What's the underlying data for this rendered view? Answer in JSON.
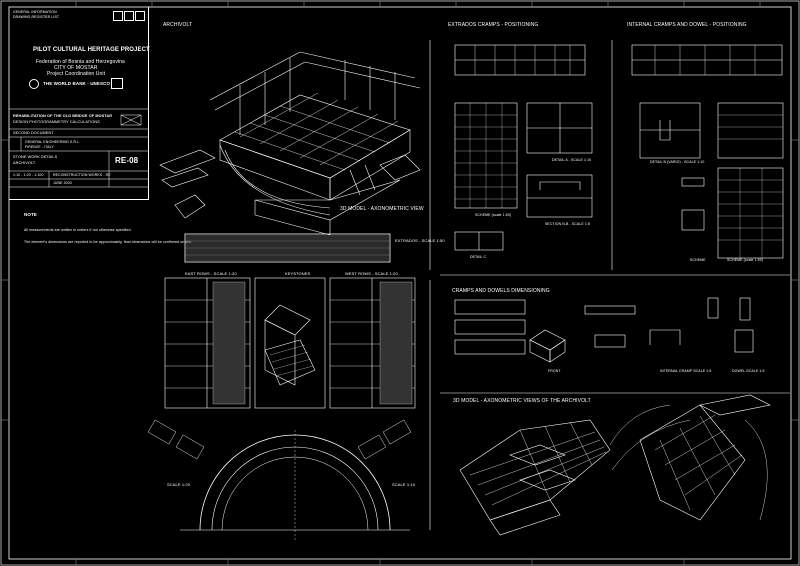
{
  "title_block": {
    "header_small_1": "GENERAL INFORMATION",
    "header_small_2": "DRAWING REGISTER LIST",
    "project": "PILOT CULTURAL HERITAGE PROJECT",
    "country": "Federation of Bosnia and Herzegovina",
    "city": "CITY OF MOSTAR",
    "unit": "Project Coordination Unit",
    "funders": "THE WORLD BANK - UNESCO",
    "rehab_line1": "REHABILITATION OF THE OLD BRIDGE OF MOSTAR",
    "rehab_line2": "DESIGN PHOTOGRAMMETRY CALCULATIONS",
    "doc_line": "SECOND DOCUMENT",
    "firm_1": "GENERAL ENGINEERING S.R.L.",
    "firm_2": "FIRENZE - ITALY",
    "drawing_line1": "STONE WORK DETAILS",
    "drawing_line2": "ARCHIVOLT",
    "sheet_code": "RE-08",
    "scale_row": "1:10 - 1:20 - 1:100",
    "phase_row": "RECONSTRUCTION WORKS - RE",
    "date_row": "JUNE 2003"
  },
  "notes": {
    "heading": "NOTE",
    "line1": "All measurements are written in meters if not otherwise specified.",
    "line2": "The element's dimensions are reported to be approximately, final dimensions will be confirmed on site."
  },
  "sections": {
    "archivolt": "ARCHIVOLT",
    "model_axo": "3D MODEL - AXONOMETRIC VIEW",
    "extrados_cramps": "EXTRADOS CRAMPS - POSITIONING",
    "internal_cramps": "INTERNAL CRAMPS AND DOWEL - POSITIONING",
    "extrados_scale": "EXTRADOS - SCALE 1:50",
    "east_rows": "EAST ROWS - SCALE 1:20",
    "keystones": "KEYSTONES",
    "west_rows": "WEST ROWS - SCALE 1:20",
    "cramps_dowels_dim": "CRAMPS AND DOWELS DIMENSIONING",
    "model_axo_views": "3D MODEL - AXONOMETRIC VIEWS OF THE ARCHIVOLT",
    "internal_cramp_scale": "INTERNAL CRAMP SCALE 1:5",
    "dowel_scale": "DOWEL SCALE 1:5",
    "scale_120": "SCALE 1:20",
    "scale_110": "SCALE 1:10",
    "scheme_1": "SCHEME (scale 1:50)",
    "scheme_2": "SCHEME (scale 1:50)",
    "detail_a": "DETAIL A - SCALE 1:10",
    "section_bb": "SECTION B-B - SCALE 1:5",
    "detail_c": "DETAIL C",
    "detail_b": "DETAIL B (VARIO) - SCALE 1:10",
    "scheme_small": "SCHEME",
    "front": "FRONT"
  },
  "colors": {
    "background": "#000000",
    "line": "#ffffff"
  }
}
